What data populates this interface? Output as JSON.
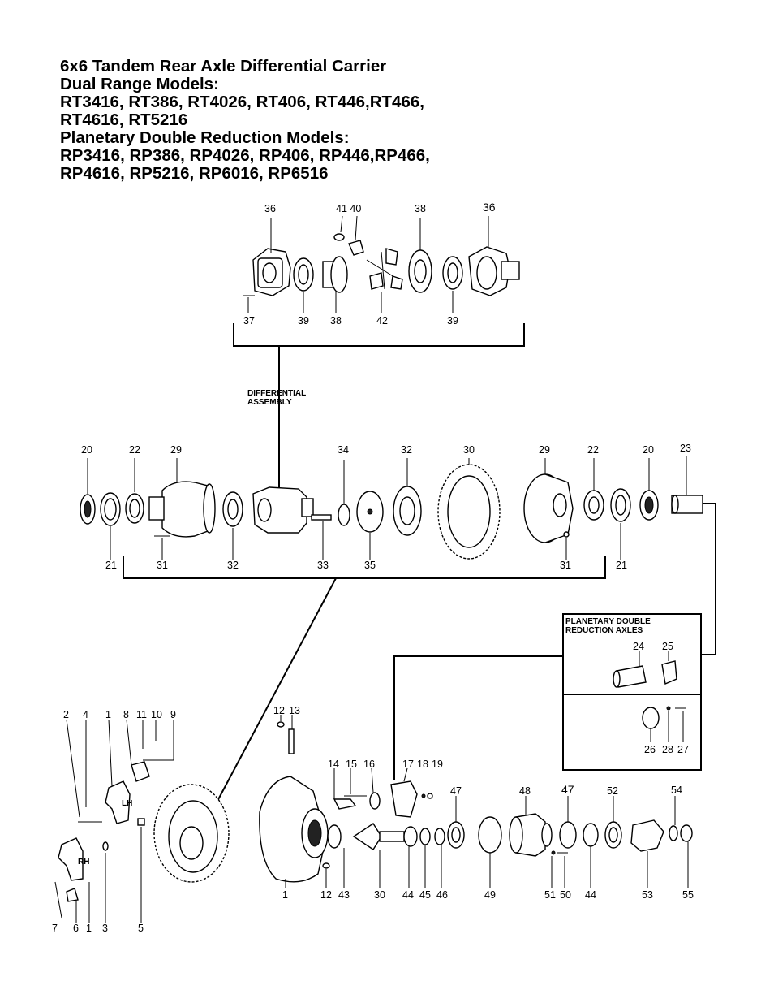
{
  "title": {
    "line1": "6x6 Tandem Rear Axle Differential Carrier",
    "line2": "Dual Range Models:",
    "line3": "RT3416, RT386, RT4026, RT406, RT446,RT466,",
    "line4": "RT4616, RT5216",
    "line5": "Planetary Double Reduction Models:",
    "line6": "RP3416, RP386, RP4026, RP406, RP446,RP466,",
    "line7": "RP4616, RP5216, RP6016, RP6516"
  },
  "captions": {
    "differential_1": "DIFFERENTIAL",
    "differential_2": "ASSEMBLY",
    "planetary_1": "PLANETARY DOUBLE",
    "planetary_2": "REDUCTION AXLES"
  },
  "callouts": {
    "top_row": [
      "36",
      "41 40",
      "38",
      "36"
    ],
    "top_bottom": [
      "37",
      "39",
      "38",
      "42",
      "39"
    ],
    "mid_top": [
      "20",
      "22",
      "29",
      "34",
      "32",
      "30",
      "29",
      "22",
      "20",
      "23"
    ],
    "mid_bottom": [
      "21",
      "31",
      "32",
      "33",
      "35",
      "31",
      "21"
    ],
    "box_top": [
      "24",
      "25"
    ],
    "box_bottom": [
      "26",
      "28",
      "27"
    ],
    "left_top": [
      "2",
      "4",
      "1",
      "8",
      "11",
      "10",
      "9"
    ],
    "left_bottom": [
      "7",
      "6",
      "1",
      "3",
      "5"
    ],
    "carrier_top": [
      "12",
      "13",
      "14",
      "15",
      "16",
      "17",
      "18",
      "19",
      "47",
      "48",
      "47",
      "52",
      "54"
    ],
    "carrier_bottom": [
      "1",
      "12",
      "43",
      "30",
      "44",
      "45",
      "46",
      "49",
      "51",
      "50",
      "44",
      "53",
      "55"
    ],
    "lh": "LH",
    "rh": "RH"
  }
}
